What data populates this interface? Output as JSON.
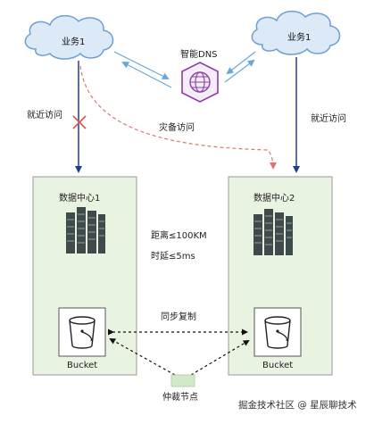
{
  "clouds": {
    "left": {
      "label": "业务1"
    },
    "right": {
      "label": "业务1"
    }
  },
  "dns": {
    "label": "智能DNS"
  },
  "links": {
    "nearby_left": "就近访问",
    "nearby_right": "就近访问",
    "disaster_access": "灾备访问",
    "sync_replication": "同步复制"
  },
  "datacenters": {
    "dc1": {
      "title": "数据中心1",
      "bucket": "Bucket"
    },
    "dc2": {
      "title": "数据中心2",
      "bucket": "Bucket"
    }
  },
  "metrics": {
    "distance": "距离≤100KM",
    "latency": "时延≤5ms"
  },
  "arbiter": {
    "label": "仲裁节点"
  },
  "watermark": "掘金技术社区 @ 星辰聊技术",
  "colors": {
    "cloud_fill": "#dce9f7",
    "cloud_stroke": "#6e9fd1",
    "arrow_blue": "#1f3d8a",
    "arrow_light_blue": "#6aa7d8",
    "disaster_red": "#d9776f",
    "dc_fill": "#e9f3e2",
    "dc_stroke": "#9a9a9a",
    "dns_purple": "#8a3ea6",
    "arbiter_green": "#d3e8c8",
    "cross_red": "#d9534f"
  },
  "icons": {
    "server": "server-rack-icon",
    "bucket": "bucket-icon",
    "dns": "dns-globe-icon"
  }
}
